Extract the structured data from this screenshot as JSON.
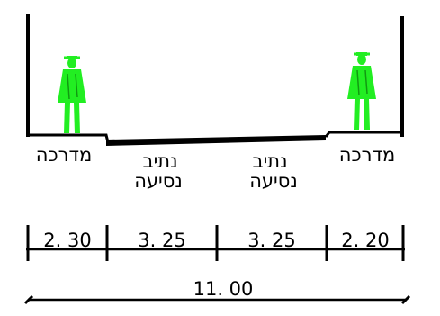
{
  "colors": {
    "ink": "#000000",
    "figure": "#22ee22",
    "background": "#ffffff"
  },
  "labels": {
    "sidewalk_left": "מדרכה",
    "sidewalk_right": "מדרכה",
    "lane_left_line1": "נתיב",
    "lane_left_line2": "נסיעה",
    "lane_right_line1": "נתיב",
    "lane_right_line2": "נסיעה"
  },
  "dimensions": {
    "segments": [
      "2. 30",
      "3. 25",
      "3. 25",
      "2. 20"
    ],
    "total": "11. 00"
  },
  "icons": {
    "left_figure": "pedestrian-icon",
    "right_figure": "pedestrian-icon"
  }
}
